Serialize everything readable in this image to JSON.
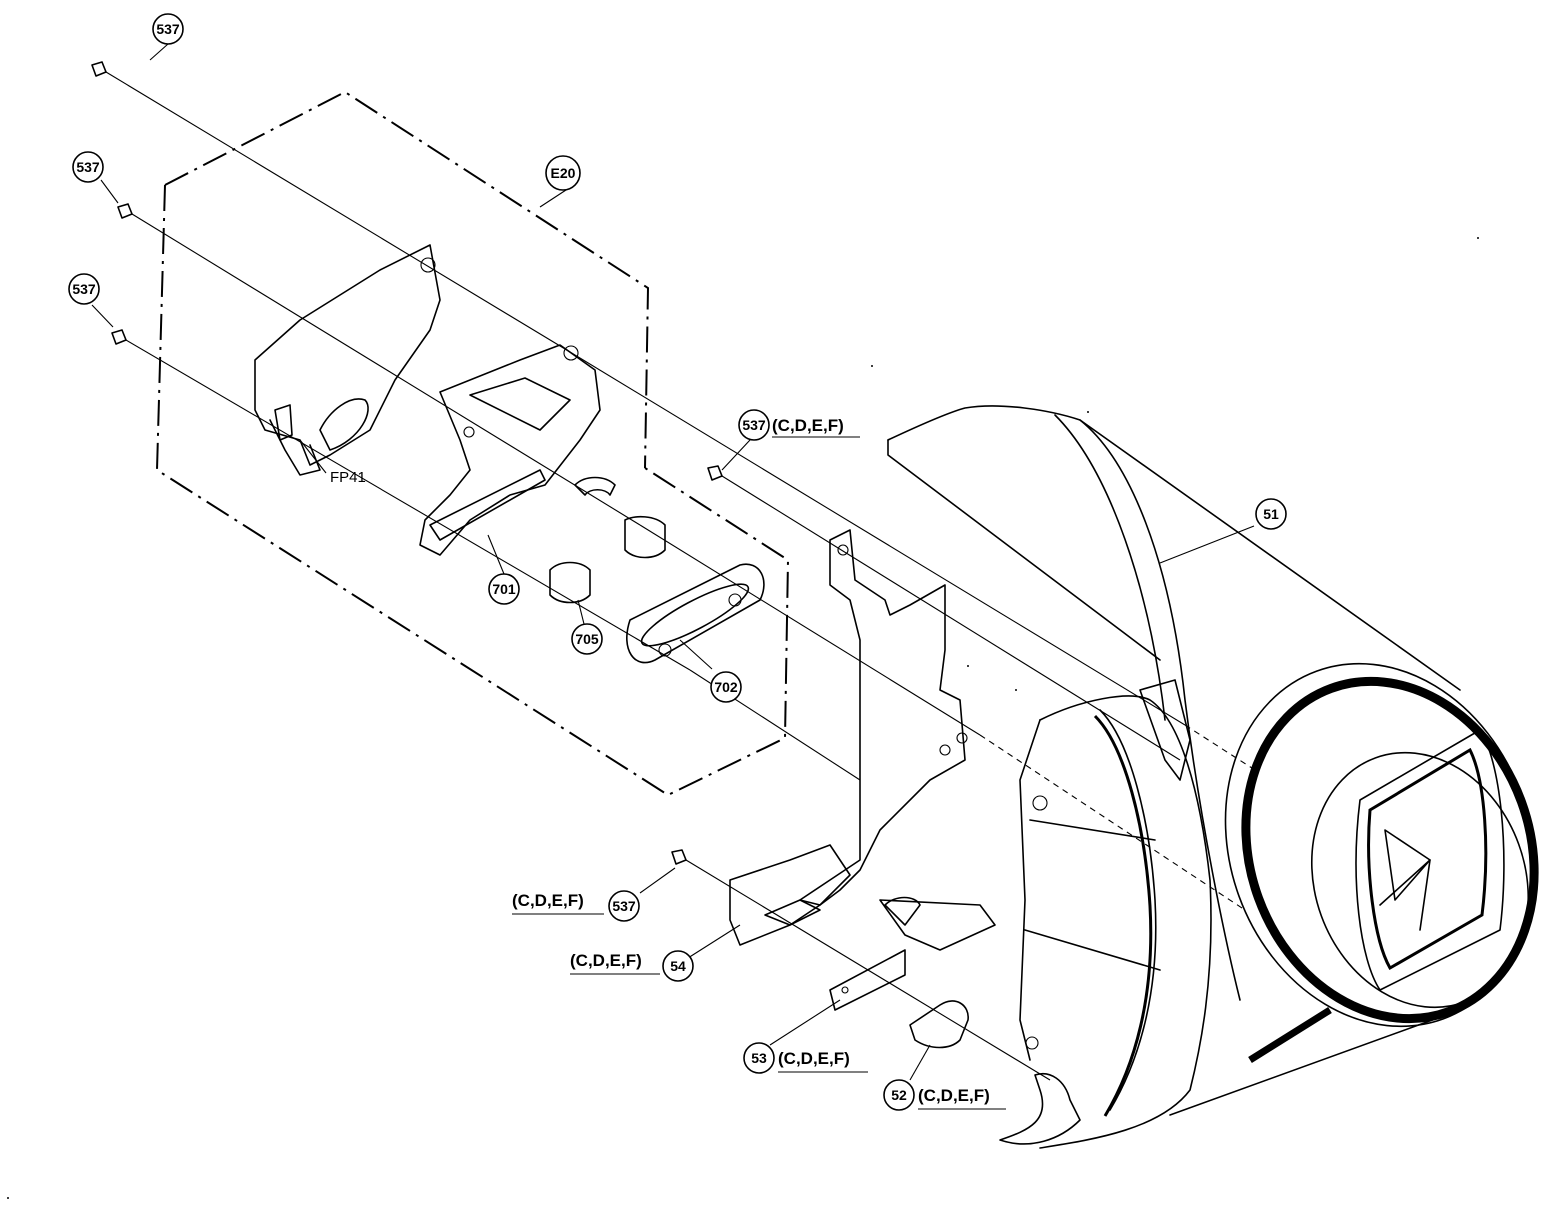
{
  "callouts": {
    "screw_top": "537",
    "screw_mid": "537",
    "screw_low": "537",
    "screw_right": "537",
    "screw_bottom": "537",
    "unit_e20": "E20",
    "part_701": "701",
    "part_705": "705",
    "part_702": "702",
    "part_51": "51",
    "part_54": "54",
    "part_53": "53",
    "part_52": "52"
  },
  "variants": {
    "screw_right": "(C,D,E,F)",
    "screw_bottom": "(C,D,E,F)",
    "part_54": "(C,D,E,F)",
    "part_53": "(C,D,E,F)",
    "part_52": "(C,D,E,F)"
  },
  "labels": {
    "fp41": "FP41"
  }
}
